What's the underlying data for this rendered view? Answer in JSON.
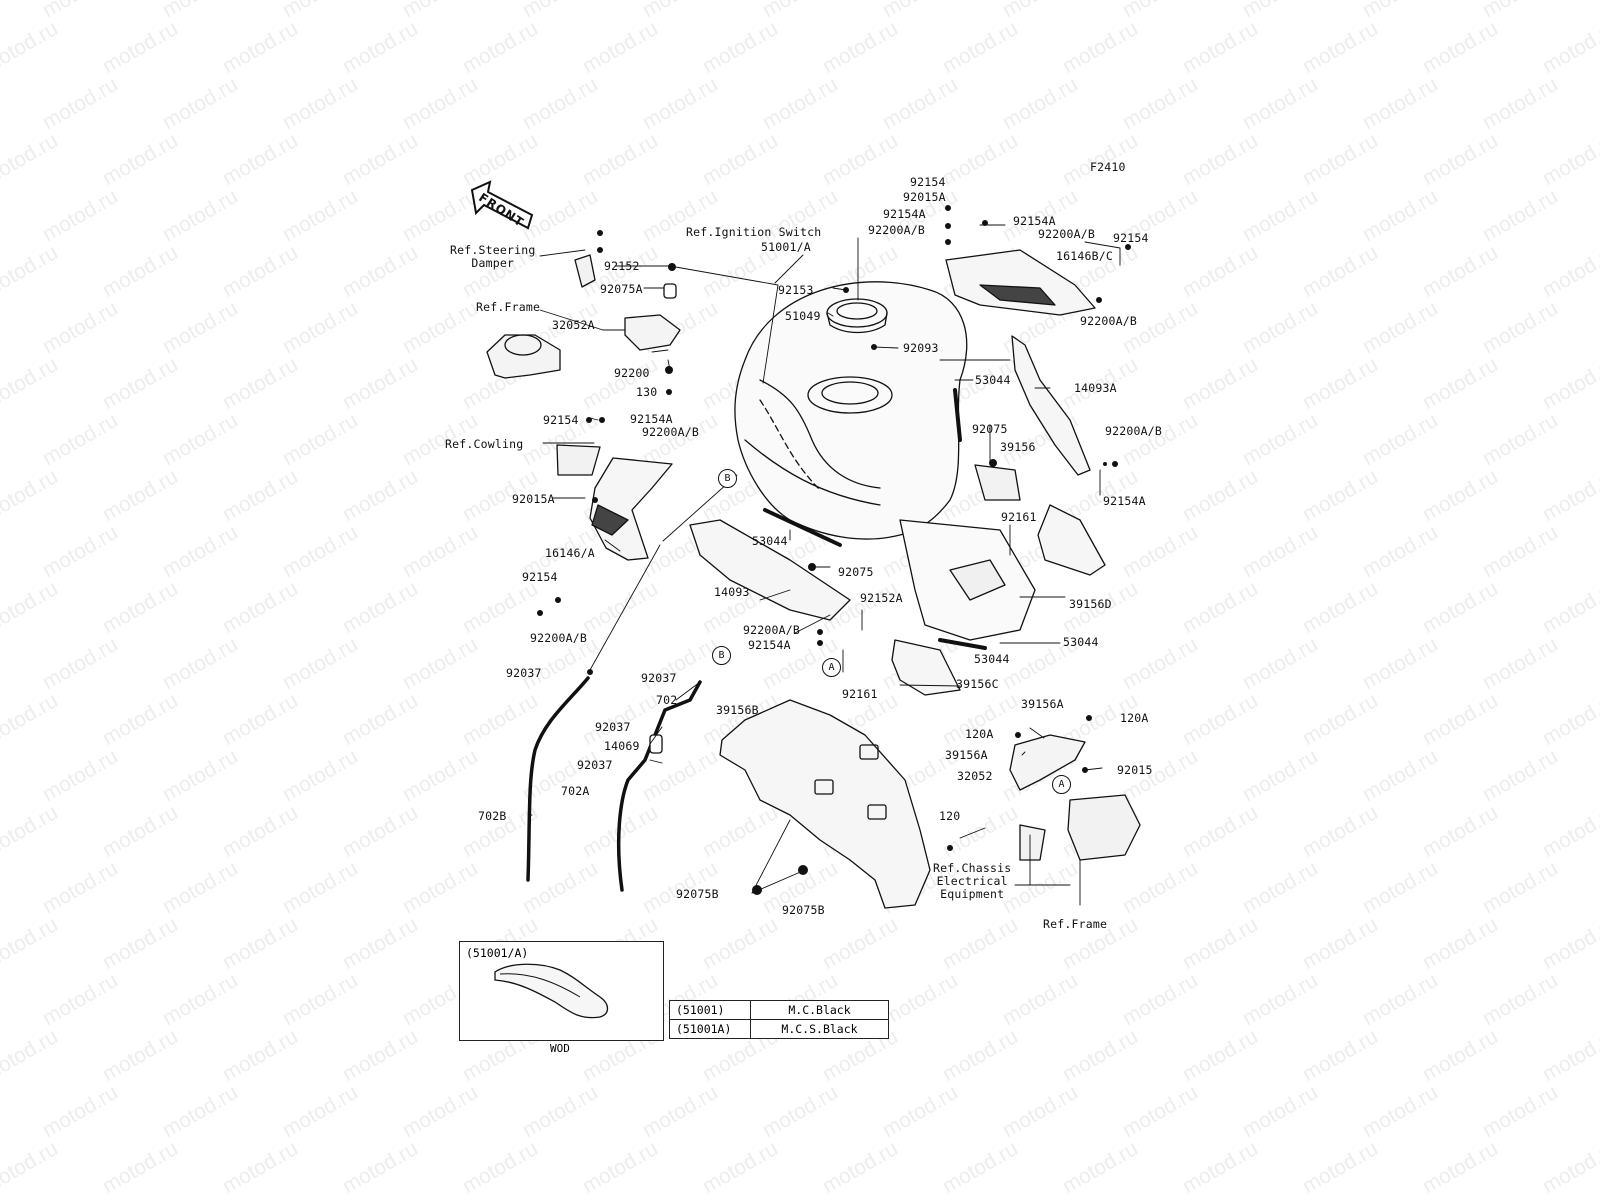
{
  "watermark_text": "motod.ru",
  "figure_code": "F2410",
  "front_label": "FRONT",
  "labels": {
    "ref_steering_damper": "Ref.Steering\nDamper",
    "ref_frame_top": "Ref.Frame",
    "ref_ignition_switch": "Ref.Ignition Switch",
    "ref_cowling": "Ref.Cowling",
    "ref_chassis": "Ref.Chassis\nElectrical\nEquipment",
    "ref_frame_bottom": "Ref.Frame",
    "p92152": "92152",
    "p92075A": "92075A",
    "p32052A": "32052A",
    "p92200": "92200",
    "p130": "130",
    "p92153": "92153",
    "p51049": "51049",
    "p51001A": "51001/A",
    "p92093": "92093",
    "p92154_t1": "92154",
    "p92015A_t": "92015A",
    "p92154A_t1": "92154A",
    "p92200AB_t1": "92200A/B",
    "p92154A_t2": "92154A",
    "p92200AB_t2": "92200A/B",
    "p92154_t2": "92154",
    "p16146BC": "16146B/C",
    "p92200AB_t3": "92200A/B",
    "p14093A": "14093A",
    "p53044_a": "53044",
    "p92075_a": "92075",
    "p39156": "39156",
    "p92200AB_r": "92200A/B",
    "p92154A_r": "92154A",
    "p92161_a": "92161",
    "p39156D": "39156D",
    "p92154_l": "92154",
    "p92154A_l": "92154A",
    "p92200AB_l": "92200A/B",
    "p92015A_l": "92015A",
    "p16146A": "16146/A",
    "p92154_l2": "92154",
    "p92200AB_l2": "92200A/B",
    "p53044_b": "53044",
    "p92075_b": "92075",
    "p14093": "14093",
    "p92152A": "92152A",
    "p92200AB_m": "92200A/B",
    "p92154A_m": "92154A",
    "p53044_c": "53044",
    "p53044_d": "53044",
    "p39156C": "39156C",
    "p92161_b": "92161",
    "p92037_a": "92037",
    "p92037_b": "92037",
    "p702": "702",
    "p92037_c": "92037",
    "p14069": "14069",
    "p92037_d": "92037",
    "p702A": "702A",
    "p702B": "702B",
    "p39156B": "39156B",
    "p92075B_a": "92075B",
    "p92075B_b": "92075B",
    "p39156A_a": "39156A",
    "p120A_a": "120A",
    "p120A_b": "120A",
    "p39156A_b": "39156A",
    "p32052": "32052",
    "p92015": "92015",
    "p120": "120",
    "circle_A": "A",
    "circle_B": "B"
  },
  "wod": {
    "title": "(51001/A)",
    "caption": "WOD"
  },
  "color_table": [
    {
      "code": "(51001)",
      "name": "M.C.Black"
    },
    {
      "code": "(51001A)",
      "name": "M.C.S.Black"
    }
  ]
}
